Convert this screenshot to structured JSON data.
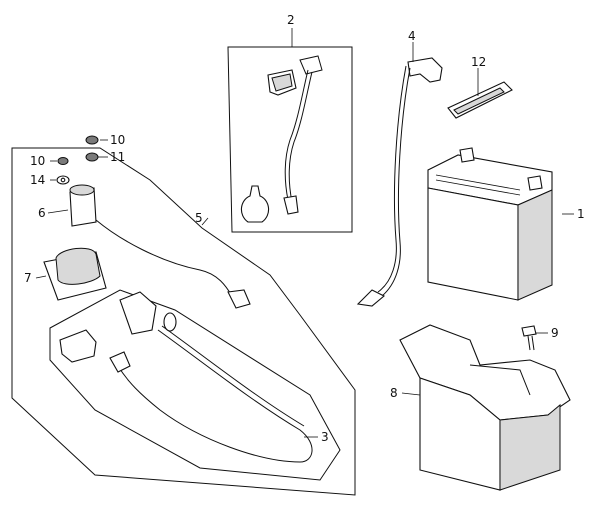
{
  "diagram": {
    "callouts": [
      {
        "id": "1",
        "text": "1"
      },
      {
        "id": "2",
        "text": "2"
      },
      {
        "id": "3",
        "text": "3"
      },
      {
        "id": "4",
        "text": "4"
      },
      {
        "id": "5",
        "text": "5"
      },
      {
        "id": "6",
        "text": "6"
      },
      {
        "id": "7",
        "text": "7"
      },
      {
        "id": "8",
        "text": "8"
      },
      {
        "id": "9",
        "text": "9"
      },
      {
        "id": "10a",
        "text": "10"
      },
      {
        "id": "10b",
        "text": "10"
      },
      {
        "id": "11",
        "text": "11"
      },
      {
        "id": "12",
        "text": "12"
      },
      {
        "id": "14",
        "text": "14"
      }
    ]
  }
}
